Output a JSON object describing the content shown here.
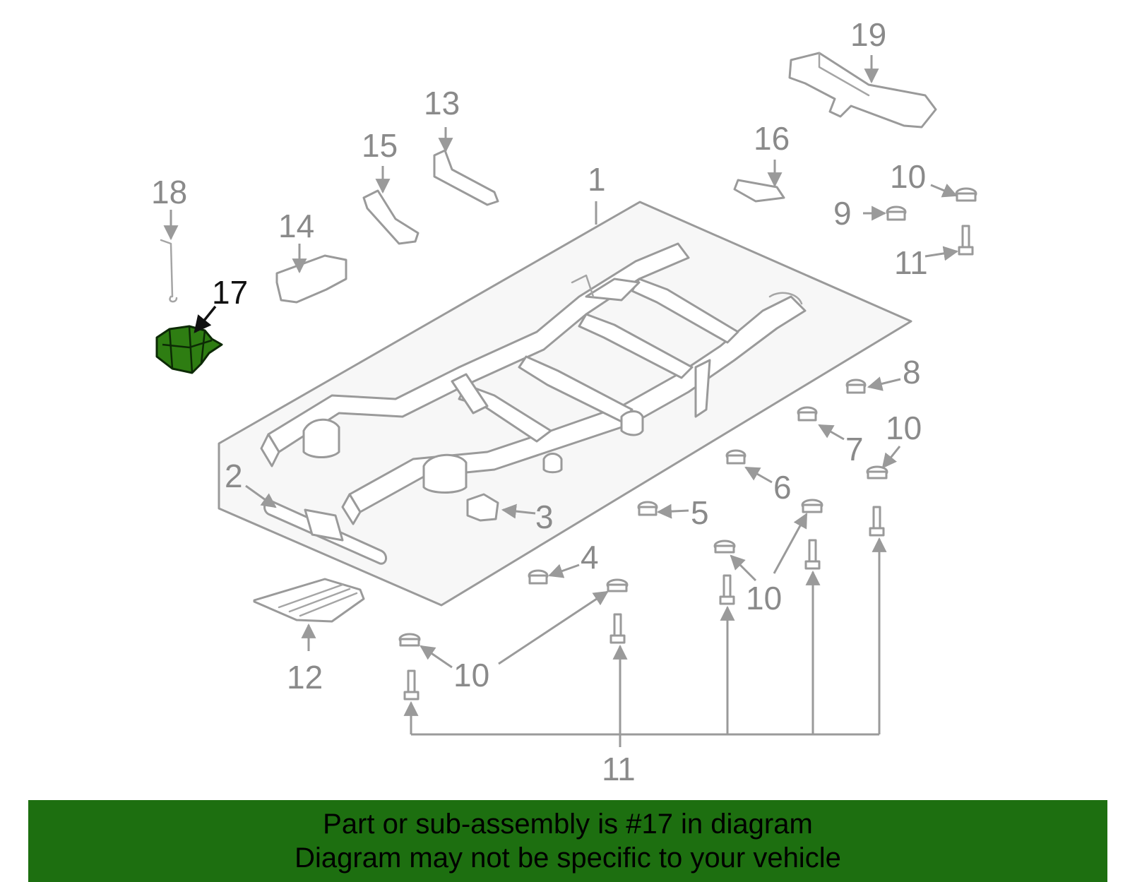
{
  "diagram": {
    "highlighted_part": "17",
    "highlight_color": "#2e7d12",
    "line_color": "#9a9a9a",
    "labels": {
      "l1": "1",
      "l2": "2",
      "l3": "3",
      "l4": "4",
      "l5": "5",
      "l6": "6",
      "l7": "7",
      "l8": "8",
      "l9": "9",
      "l10a": "10",
      "l10b": "10",
      "l10c": "10",
      "l10d": "10",
      "l10e": "10",
      "l11a": "11",
      "l11b": "11",
      "l12": "12",
      "l13": "13",
      "l14": "14",
      "l15": "15",
      "l16": "16",
      "l17": "17",
      "l18": "18",
      "l19": "19"
    }
  },
  "banner": {
    "background": "#1d6f10",
    "line1": "Part or sub-assembly is #17 in diagram",
    "line2": "Diagram may not be specific to your vehicle"
  }
}
